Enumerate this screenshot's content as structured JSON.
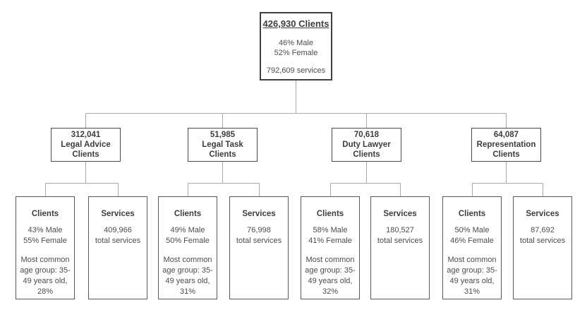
{
  "root": {
    "title": "426,930 Clients",
    "male": "46% Male",
    "female": "52% Female",
    "services": "792,609 services"
  },
  "groups": [
    {
      "parent": {
        "count": "312,041",
        "type": "Legal Advice",
        "label": "Clients"
      },
      "clients": {
        "heading": "Clients",
        "male": "43% Male",
        "female": "55% Female",
        "age": "Most common age group: 35-49 years old, 28%"
      },
      "services": {
        "heading": "Services",
        "count": "409,966",
        "label": "total services"
      }
    },
    {
      "parent": {
        "count": "51,985",
        "type": "Legal Task",
        "label": "Clients"
      },
      "clients": {
        "heading": "Clients",
        "male": "49% Male",
        "female": "50% Female",
        "age": "Most common age group: 35-49 years old, 31%"
      },
      "services": {
        "heading": "Services",
        "count": "76,998",
        "label": "total services"
      }
    },
    {
      "parent": {
        "count": "70,618",
        "type": "Duty Lawyer",
        "label": "Clients"
      },
      "clients": {
        "heading": "Clients",
        "male": "58% Male",
        "female": "41% Female",
        "age": "Most common age group: 35-49 years old, 32%"
      },
      "services": {
        "heading": "Services",
        "count": "180,527",
        "label": "total services"
      }
    },
    {
      "parent": {
        "count": "64,087",
        "type": "Representation",
        "label": "Clients"
      },
      "clients": {
        "heading": "Clients",
        "male": "50% Male",
        "female": "46% Female",
        "age": "Most common age group: 35-49 years old, 31%"
      },
      "services": {
        "heading": "Services",
        "count": "87,692",
        "label": "total services"
      }
    }
  ],
  "colors": {
    "root_border": "#404040",
    "box_border": "#595959",
    "connector": "#a9a9a9",
    "text": "#4d4d4d"
  }
}
